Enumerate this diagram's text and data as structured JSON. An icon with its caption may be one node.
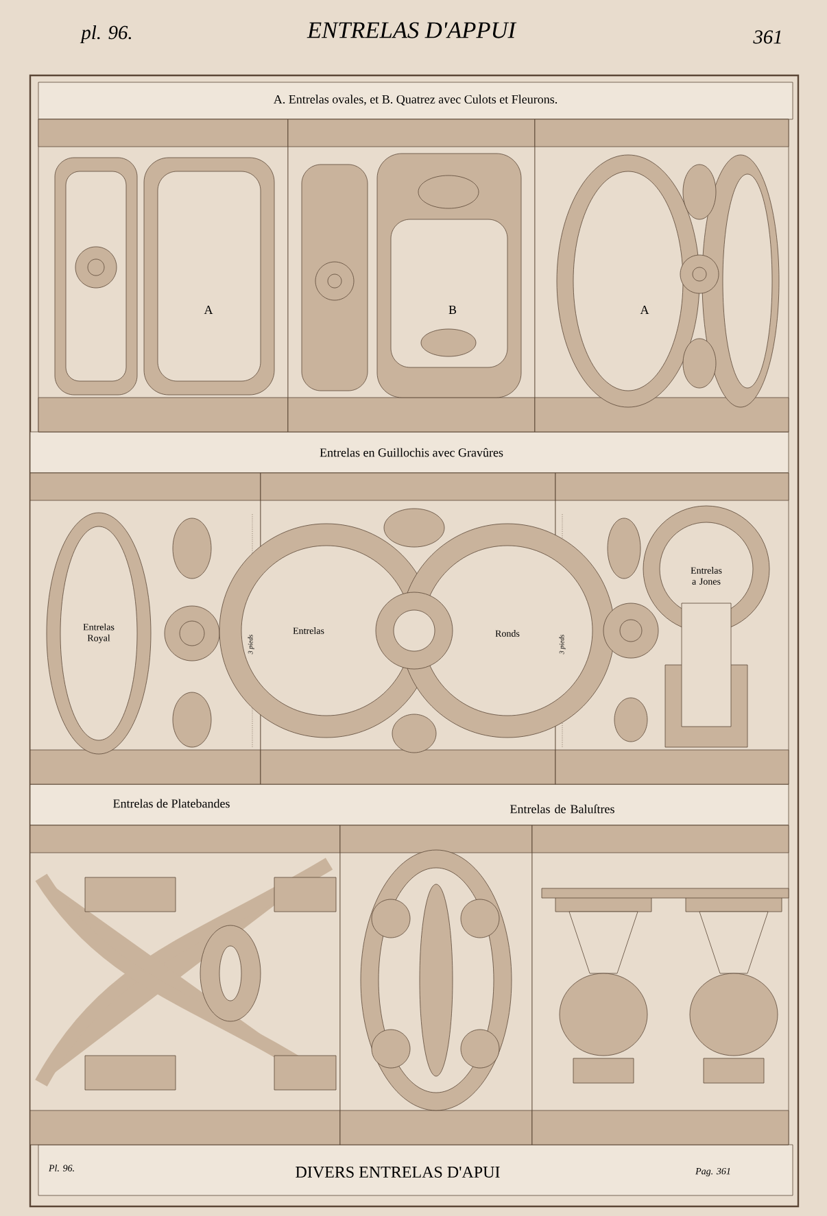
{
  "diagram": {
    "title": "ENTRELAS D'APPUI",
    "labels": [
      "pl. 96.",
      "361",
      "A. Entrelas ovales, et B. Quatrez avec Culots et Fleurons.",
      "A",
      "B",
      "A",
      "Entrelas en Guillochis avec Gravûres",
      "Entrelas Royal",
      "3 pieds",
      "Entrelas",
      "Ronds",
      "3 pieds",
      "Entrelas a Jones",
      "Entrelas de Platebandes",
      "Entrelas de Baluſtres",
      "Pl. 96.",
      "DIVERS ENTRELAS D'APUI",
      "Pag. 361"
    ]
  }
}
